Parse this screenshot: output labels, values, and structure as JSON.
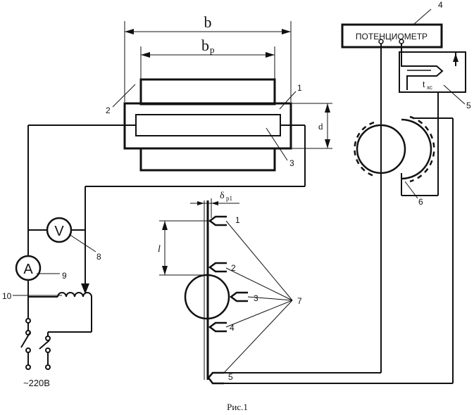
{
  "labels": {
    "dim_b": "b",
    "dim_bp_main": "b",
    "dim_bp_sub": "р",
    "dim_d": "d",
    "dim_l": "l",
    "dim_delta_main": "δ",
    "dim_delta_sub": "р1",
    "potentiometer": "ПОТЕНЦИОМЕТР",
    "txc_main": "t",
    "txc_sub": "хс",
    "voltmeter": "V",
    "ammeter": "A",
    "supply": "~220В",
    "caption": "Рис.1"
  },
  "callouts": {
    "c1": "1",
    "c2": "2",
    "c3": "3",
    "c4": "4",
    "c5": "5",
    "c6": "6",
    "c7": "7",
    "c8": "8",
    "c9": "9",
    "c10": "10"
  },
  "probe_numbers": {
    "p1": "1",
    "p2": "2",
    "p3": "3",
    "p4": "4",
    "p5": "5"
  }
}
